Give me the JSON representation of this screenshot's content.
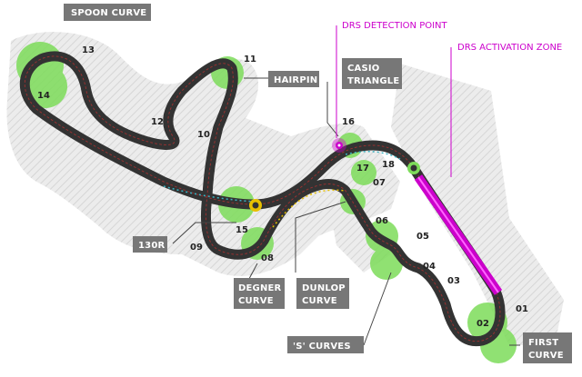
{
  "map": {
    "labels": {
      "spoon_curve": "SPOON CURVE",
      "hairpin": "HAIRPIN",
      "casio_1": "CASIO",
      "casio_2": "TRIANGLE",
      "drs_detection": "DRS DETECTION POINT",
      "drs_activation": "DRS ACTIVATION ZONE",
      "c130r": "130R",
      "degner_1": "DEGNER",
      "degner_2": "CURVE",
      "dunlop_1": "DUNLOP",
      "dunlop_2": "CURVE",
      "s_curves": "'S' CURVES",
      "first_1": "FIRST",
      "first_2": "CURVE"
    },
    "turns": [
      "01",
      "02",
      "03",
      "04",
      "05",
      "06",
      "07",
      "08",
      "09",
      "10",
      "11",
      "12",
      "13",
      "14",
      "15",
      "16",
      "17",
      "18"
    ],
    "colors": {
      "track": "#333333",
      "runoff": "#e6e6e6",
      "corner_glow": "#7ddc5a",
      "drs": "#cc00cc",
      "label_box": "#777777",
      "detection_marker": "#cc00cc",
      "sector_marker": "#e8c000"
    }
  }
}
